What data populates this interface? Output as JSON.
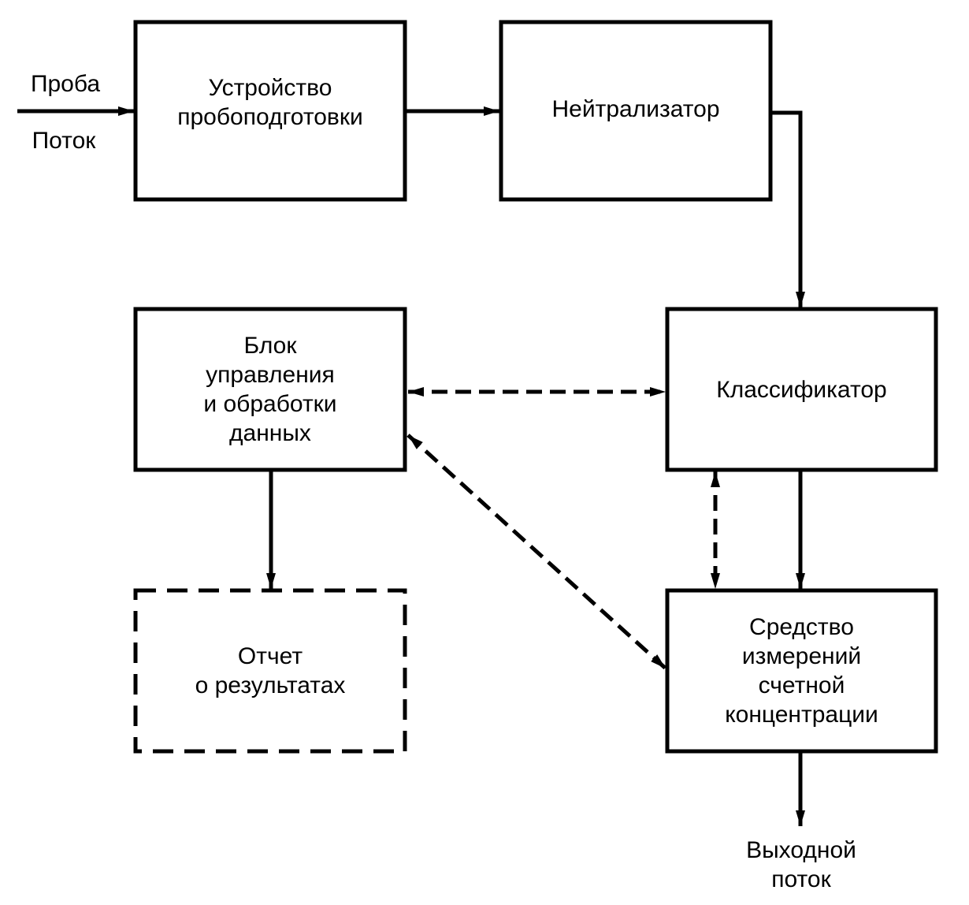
{
  "diagram": {
    "colors": {
      "stroke": "#000000",
      "background": "#ffffff"
    },
    "inputs": {
      "top_label": "Проба",
      "bottom_label": "Поток"
    },
    "blocks": {
      "sample_prep": {
        "label": "Устройство\nпробоподготовки",
        "style": "solid"
      },
      "neutralizer": {
        "label": "Нейтрализатор",
        "style": "solid"
      },
      "control_unit": {
        "label": "Блок\nуправления\nи обработки\nданных",
        "style": "solid"
      },
      "classifier": {
        "label": "Классификатор",
        "style": "solid"
      },
      "report": {
        "label": "Отчет\nо результатах",
        "style": "dashed"
      },
      "counter": {
        "label": "Средство\nизмерений\nсчетной\nконцентрации",
        "style": "solid"
      }
    },
    "output_label": "Выходной\nпоток",
    "connections": [
      {
        "from": "input",
        "to": "sample_prep",
        "type": "solid",
        "direction": "forward"
      },
      {
        "from": "sample_prep",
        "to": "neutralizer",
        "type": "solid",
        "direction": "forward"
      },
      {
        "from": "neutralizer",
        "to": "classifier",
        "type": "solid",
        "direction": "forward"
      },
      {
        "from": "classifier",
        "to": "counter",
        "type": "solid",
        "direction": "forward"
      },
      {
        "from": "counter",
        "to": "output",
        "type": "solid",
        "direction": "forward"
      },
      {
        "from": "control_unit",
        "to": "report",
        "type": "solid",
        "direction": "forward"
      },
      {
        "from": "control_unit",
        "to": "classifier",
        "type": "dashed",
        "direction": "bidirectional"
      },
      {
        "from": "control_unit",
        "to": "counter",
        "type": "dashed",
        "direction": "bidirectional"
      },
      {
        "from": "classifier",
        "to": "counter",
        "type": "dashed",
        "direction": "bidirectional"
      }
    ]
  }
}
